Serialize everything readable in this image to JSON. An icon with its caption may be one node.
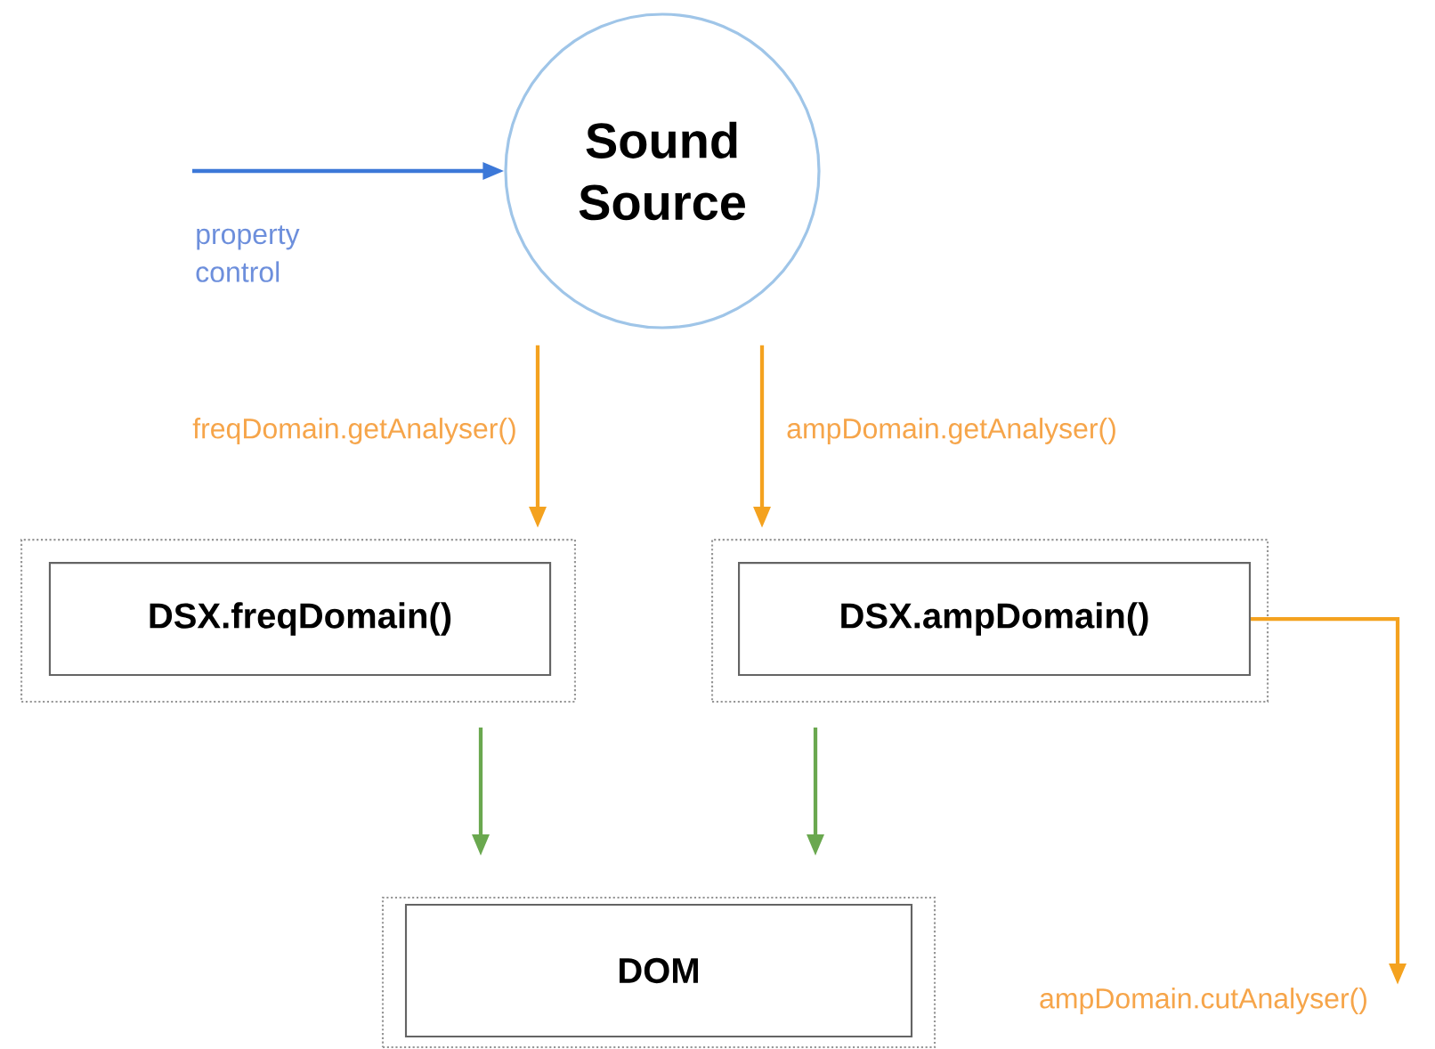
{
  "diagram": {
    "nodes": [
      {
        "text": [
          "Sound Source"
        ]
      },
      {
        "text": [],
        "shape": "box"
      },
      {
        "text": [
          "DSX.freqDomain()"
        ],
        "in": 1
      },
      {
        "text": [],
        "shape": "box"
      },
      {
        "text": [
          "DSX.ampDomain()"
        ],
        "in": 3
      },
      {
        "text": [],
        "shape": "box"
      },
      {
        "text": [
          "DOM"
        ],
        "in": 5
      },
      {
        "text": [
          "ampDomain.cutAnalyser()"
        ]
      }
    ],
    "edges": [
      {
        "from": null,
        "to": 0,
        "arrow": "to",
        "label": "property control",
        "color": "#3c78d8"
      },
      {
        "from": 0,
        "to": 1,
        "arrow": "to",
        "label": "freqDomain.getAnalyser()",
        "color": "#f4a21f"
      },
      {
        "from": 0,
        "to": 3,
        "arrow": "to",
        "label": "ampDomain.getAnalyser()",
        "color": "#f4a21f"
      },
      {
        "from": 1,
        "to": 5,
        "arrow": "to",
        "color": "#6aa84f"
      },
      {
        "from": 3,
        "to": 5,
        "arrow": "to",
        "color": "#6aa84f"
      },
      {
        "from": 4,
        "to": 7,
        "arrow": "to",
        "color": "#f4a21f"
      }
    ]
  }
}
